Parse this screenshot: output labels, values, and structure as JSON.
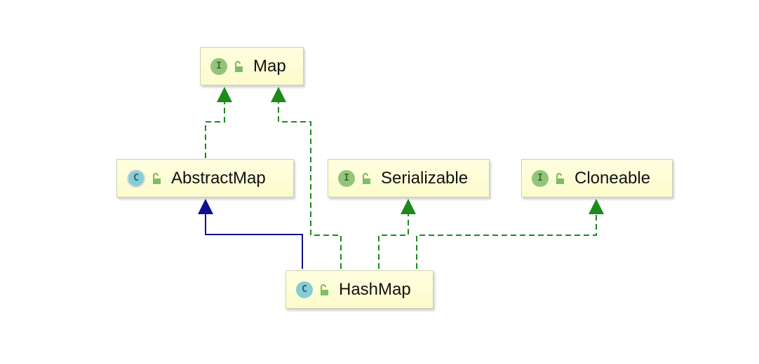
{
  "nodes": {
    "map": {
      "kind": "I",
      "name": "Map",
      "type": "interface"
    },
    "abstract_map": {
      "kind": "C",
      "name": "AbstractMap",
      "type": "abstract-class"
    },
    "serializable": {
      "kind": "I",
      "name": "Serializable",
      "type": "interface"
    },
    "cloneable": {
      "kind": "I",
      "name": "Cloneable",
      "type": "interface"
    },
    "hash_map": {
      "kind": "C",
      "name": "HashMap",
      "type": "class"
    }
  },
  "edges": [
    {
      "from": "AbstractMap",
      "to": "Map",
      "relation": "implements",
      "style": "dashed",
      "color": "#1c8a1c"
    },
    {
      "from": "HashMap",
      "to": "Map",
      "relation": "implements",
      "style": "dashed",
      "color": "#1c8a1c"
    },
    {
      "from": "HashMap",
      "to": "AbstractMap",
      "relation": "extends",
      "style": "solid",
      "color": "#10108c"
    },
    {
      "from": "HashMap",
      "to": "Serializable",
      "relation": "implements",
      "style": "dashed",
      "color": "#1c8a1c"
    },
    {
      "from": "HashMap",
      "to": "Cloneable",
      "relation": "implements",
      "style": "dashed",
      "color": "#1c8a1c"
    }
  ],
  "colors": {
    "node_fill": "#fbfbcc",
    "implements_edge": "#1c8a1c",
    "extends_edge": "#10108c",
    "interface_badge": "#92c47a",
    "class_badge": "#86cdd6"
  }
}
